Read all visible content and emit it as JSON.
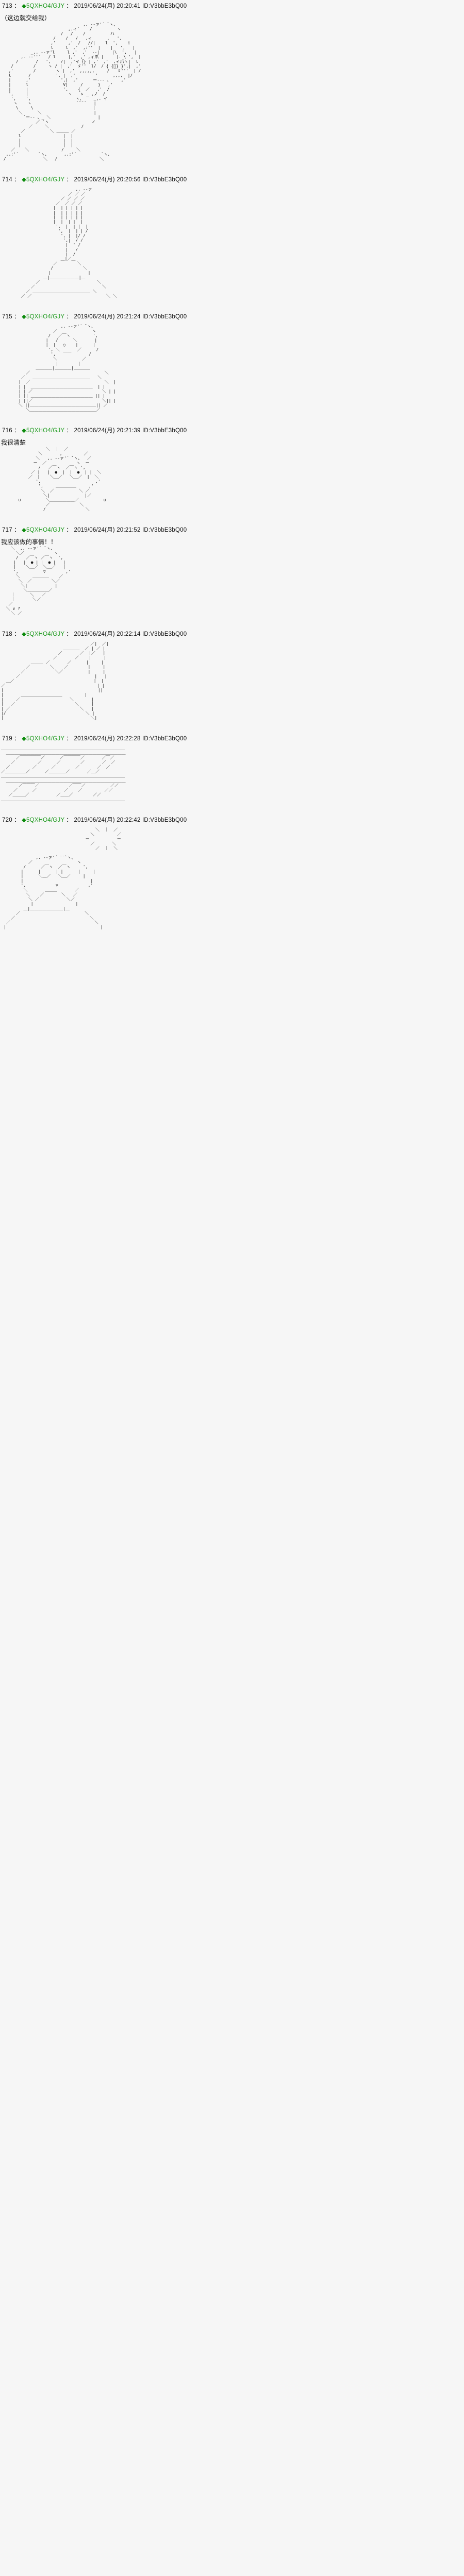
{
  "board": {
    "background_color": "#f6f6f6",
    "text_color": "#111111",
    "tripcode_color": "#1f9b1f",
    "diamond_color": "#0b8a0b"
  },
  "separators": {
    "colon": " ： ",
    "diamond": "◆",
    "id_prefix": "ID:"
  },
  "posts": [
    {
      "number": "713",
      "name": "5QXHO4/GJY",
      "date": "2019/06/24(月) 20:20:41",
      "id": "V3bbE3bQ00",
      "speech": "（这边就交给我）",
      "aa": "                                 ,. -‐ァ'´ ̄`ヽ、\n                           ,.ィ´    /          ヽ\n                        /   /    /          ハ\n                     /    /   /   ,ィ      .   ',\n                    ,'     ,'  /   //|    l  ',    i\n                    l     l  ,'  ,:''  |    |   ',   |\n            _,. -‐ァ'l     l ,'  ,'  -‐|     |\\  ',   |\n        ,. -‐''´   / l     |,'  ,' ,ィ爪 |     |. \\ ',  |\n      /       /   ',    /|  ,'イ {゚} | ,'  ,'  ,ィ爪ヽ|  l\n    /        /     ヽ / |  ,'  ゞ''  l/  / { {゚} }',|  ,'\n   ,'        /        ヽ |  ,'  ,,,,,,     /   ゞ'''  | /\n   l       /          ', |  ,'        '      ,,,,  |/\n   |      ,'            ',|  ,'      ー--- 、    ,'\n   |      l              V|     /      }   ,'\n   |      |              ',    {  ／   ,'  /\n   ',     |                ヽ   ゝ _ ,ノ  /\n    ',    ',                  ヽ、    _,. イ\n     ヽ    ヽ                  `¨¨´   |\n      \\     \\                        |\n       ＼      ＼                     |\n         `ー-- 、_ ＼                   |\n              ／ `ヽ                 ノ\n           ／     ＼             /\n        ／          ＼ ＿＿＿ ／\n       l                 |  |\n       |                 |  |\n       |                 |  |\n    ／    ＼             /     ＼\n  ,.:'´        `ヽ、      ,.:'´          `ヽ、\n /               ＼   /                 ＼"
    },
    {
      "number": "714",
      "name": "5QXHO4/GJY",
      "date": "2019/06/24(月) 20:20:56",
      "id": "V3bbE3bQ00",
      "speech": "",
      "aa": "                              ,. -‐ァ\n                           ／ ／ ／\n                        ／ ／ ／ ／\n                      ／  ／ ／ ／\n                     |  | | | | |\n                     |  | | | | |\n                     |  | | | | |\n                     |  |  | |  |\n                      ',  |  | |  |\n                       ',  |  | | /\n                        ', |  |/ /\n                         ',|  / /\n                          |  ' /\n                          |   /\n                          |  /\n                        ＿|／＿\n                     ／        ＼\n                    /            ＼\n                   |               |\n                 ＿|＿＿＿＿＿＿＿|＿\n              ／                       ＼\n            ／                           ＼\n          ／ ＿＿＿＿＿＿＿＿＿＿＿＿＿＿ ＼\n        ／ ／                              ＼ ＼"
    },
    {
      "number": "715",
      "name": "5QXHO4/GJY",
      "date": "2019/06/24(月) 20:21:24",
      "id": "V3bbE3bQ00",
      "speech": "",
      "aa": "                        ,. -‐ァ'´ ̄`ヽ、\n                     ／              ヽ\n                   /   ／￣ヽ         ',\n                  |   /      ＼       |\n                  |  |   ○    |      |\n                   ', ＼       ／      /\n                    ',   ￣￣       /\n                     ＼          ／\n                      |        |\n              ＿＿＿＿|＿＿＿＿|＿＿＿＿\n          ／                              ＼\n        ／   ＿＿＿＿＿＿＿＿＿＿＿＿＿＿   ＼\n       |  ／                              ＼  |\n       | |  ＿＿＿＿＿＿＿＿＿＿＿＿＿＿＿  | |\n       | | ／                            ＼ | |\n       | || ＿＿＿＿＿＿＿＿＿＿＿＿＿＿＿ || |\n       | ||／                            ＼|| |\n       ＼ ||＿＿＿＿＿＿＿＿＿＿＿＿＿＿＿＿|| ／\n          ＼＿＿＿＿＿＿＿＿＿＿＿＿＿＿＿＿／"
    },
    {
      "number": "716",
      "name": "5QXHO4/GJY",
      "date": "2019/06/24(月) 20:21:39",
      "id": "V3bbE3bQ00",
      "speech": "我很清楚",
      "aa": "                  ＼  ｜  ／\n               ＼       ，        ／\n              ＼   ,. -‐ァ'´ ̄`ヽ、  ／\n             ー  ／            ヽ  ー\n               /   ／￣ヽ  ／￣ヽ ',\n            ／ |   |  ●  |  |  ●  | |  ＼\n           ／  |    ＼＿／   ＼＿／  |  ＼\n              ',                      ,'\n               ',     ＿＿＿＿＿     ,'\n                ＼  ／          ＼ ／\n                 ＼|              |／\n       ∪          ＼＿＿＿＿＿＿／          ∪\n                  ／            ＼\n                 /                ＼"
    },
    {
      "number": "717",
      "name": "5QXHO4/GJY",
      "date": "2019/06/24(月) 20:21:52",
      "id": "V3bbE3bQ00",
      "speech": "我应该做的事情！！",
      "aa": "    ＼  ,. -‐ァ'´ ̄`ヽ、\n      ＼／            ヽ\n      /   ／￣ヽ ／￣ヽ  ',\n     |   |  ● | |  ● |   |\n     |    ＼＿／  ＼＿／   |\n     ',          ▽        ,'\n      ＼     ＿＿＿＿    ／\n       ＼  ／        ＼／\n        ＼|           |\n         ＼＿＿＿＿＿／\n    ｜      ＼   ／\n    ｜       ＼／\n   ／\n  ＼ ∨ ?\n    ＼ ／"
    },
    {
      "number": "718",
      "name": "5QXHO4/GJY",
      "date": "2019/06/24(月) 20:22:14",
      "id": "V3bbE3bQ00",
      "speech": "",
      "aa": "                                    ／|  ／|\n                         ＿＿＿＿  ／ | ／ |\n                       ／       ／  |／   |\n                     ／       ／    |     |\n            ＿＿＿ ／       ／      |     |\n          ／        ＼    ／        |     |\n        ／            ＼／          |     |\n      ／                              |   |\n  ＿／                                |  |\n／                                     | |\n|                                      ||\n|       ＿＿＿＿＿＿＿＿＿＿         |\n|     ／                    ＼       |\n|   ／                        ＼     |\n| ／                            ＼   |\n|/                                ＼ |\n|                                   ＼|"
    },
    {
      "number": "719",
      "name": "5QXHO4/GJY",
      "date": "2019/06/24(月) 20:22:28",
      "id": "V3bbE3bQ00",
      "speech": "",
      "aa": "＿＿＿＿＿＿＿＿＿＿＿＿＿＿＿＿＿＿＿＿＿＿＿＿＿＿＿＿＿＿\n  ＿＿＿＿＿＿＿＿＿＿＿＿＿＿＿＿＿＿＿＿＿＿＿＿＿＿＿＿＿\n      ／￣￣￣￣￣／      ／￣￣￣￣／       ／￣／\n    ／         ／      ／        ／       ／  ／\n  ／         ／      ／        ／       ／  ／\n／＿＿＿＿＿／      ／＿＿＿＿／       ／＿／\n＿＿＿＿＿＿＿＿＿＿＿＿＿＿＿＿＿＿＿＿＿＿＿＿＿＿＿＿＿＿\n  ＿＿＿＿＿＿＿＿＿＿＿＿＿＿＿＿＿＿＿＿＿＿＿＿＿＿＿＿＿\n       ／￣￣￣／            ／￣￣／          ／／\n     ／      ／           ／    ／         ／／\n   ／＿＿＿／           ／＿＿／        ／／\n＿＿＿＿＿＿＿＿＿＿＿＿＿＿＿＿＿＿＿＿＿＿＿＿＿＿＿＿＿＿"
    },
    {
      "number": "720",
      "name": "5QXHO4/GJY",
      "date": "2019/06/24(月) 20:22:42",
      "id": "V3bbE3bQ00",
      "speech": "",
      "aa": "                                      ＼  ｜  ／\n                                    ＼         ／\n                                  ー           ー\n                                    ／       ＼\n                                      ／  ｜  ＼\n\n              ,. -‐ァ'´ ̄ ̄ ̄`ヽ、\n           ／                  ヽ\n         /      ／￣ヽ  ／￣ヽ     ',\n        |      |      | |      |     |\n        |      ＼＿／   ＼＿／     |\n        |                           |\n        ',            ▽            ,'\n         ＼       ＿＿＿       ／\n          ＼    ／       ＼   ／\n           ＼ ／           ＼／\n            |                 |\n         ＿|＿＿＿＿＿＿＿＿|＿\n      ／                          ＼\n    ／                              ＼\n  ／                                  ＼\n |                                      |"
    }
  ]
}
